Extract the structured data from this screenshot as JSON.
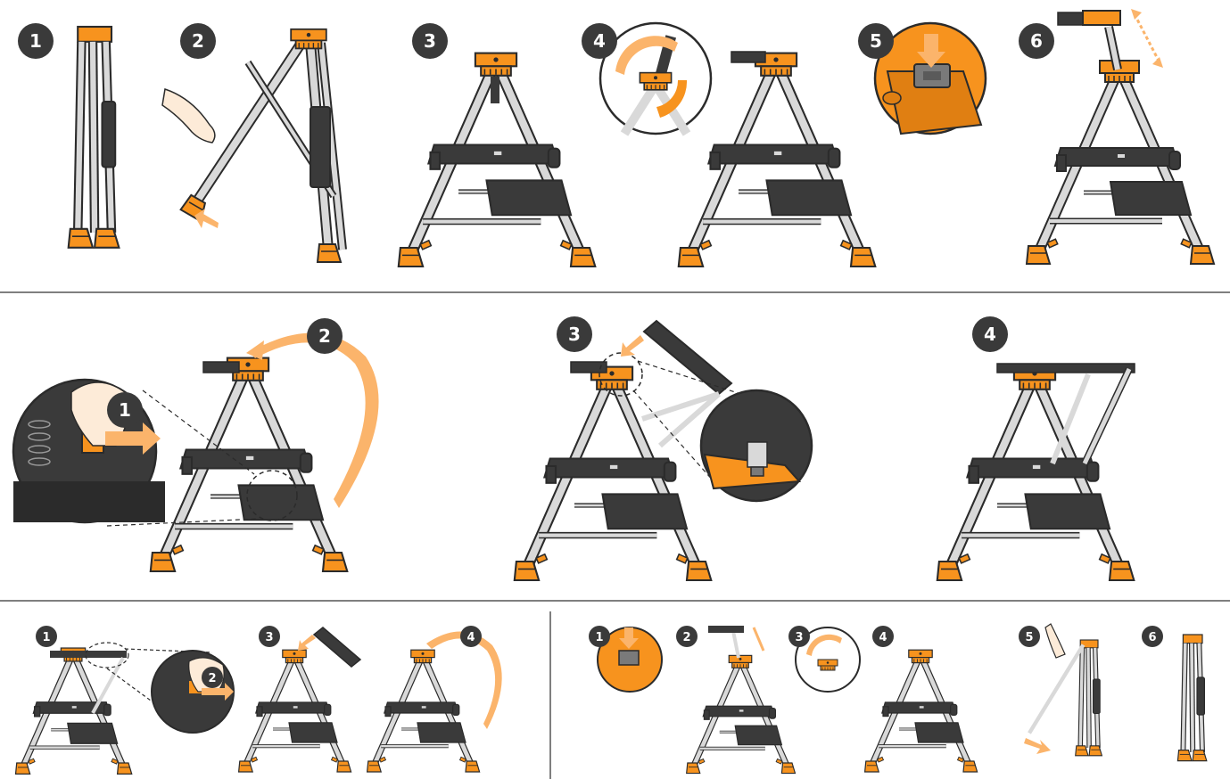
{
  "colors": {
    "orange": "#F7931E",
    "orange_light": "#FBB46B",
    "dark": "#3A3A3A",
    "darker": "#2B2B2B",
    "aluminum": "#D9D9D9",
    "badge": "#3A3A3A",
    "divider": "#555555"
  },
  "sections": {
    "setup": {
      "steps": [
        "1",
        "2",
        "3",
        "4",
        "5",
        "6"
      ]
    },
    "tray": {
      "steps": [
        "2",
        "1",
        "3",
        "4"
      ]
    },
    "small_left": {
      "steps": [
        "1",
        "2",
        "3",
        "4"
      ]
    },
    "small_right": {
      "steps": [
        "1",
        "2",
        "3",
        "4",
        "5",
        "6"
      ]
    }
  },
  "icons": [
    "hand-icon",
    "arrow-icon",
    "rotation-arrow-icon",
    "press-arrow-icon",
    "double-arrow-icon"
  ]
}
